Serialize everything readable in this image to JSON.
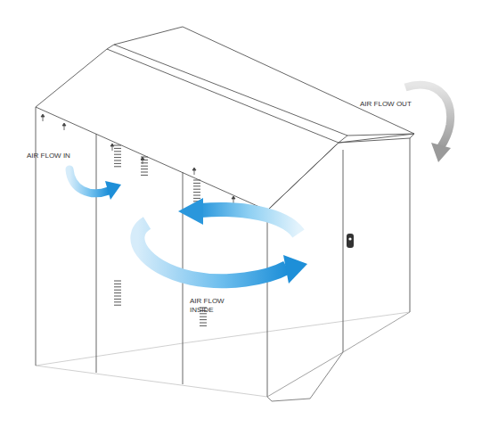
{
  "diagram": {
    "labels": [
      "AIR FLOW IN",
      "AIR FLOW OUT",
      "AIR FLOW INSIDE"
    ]
  }
}
